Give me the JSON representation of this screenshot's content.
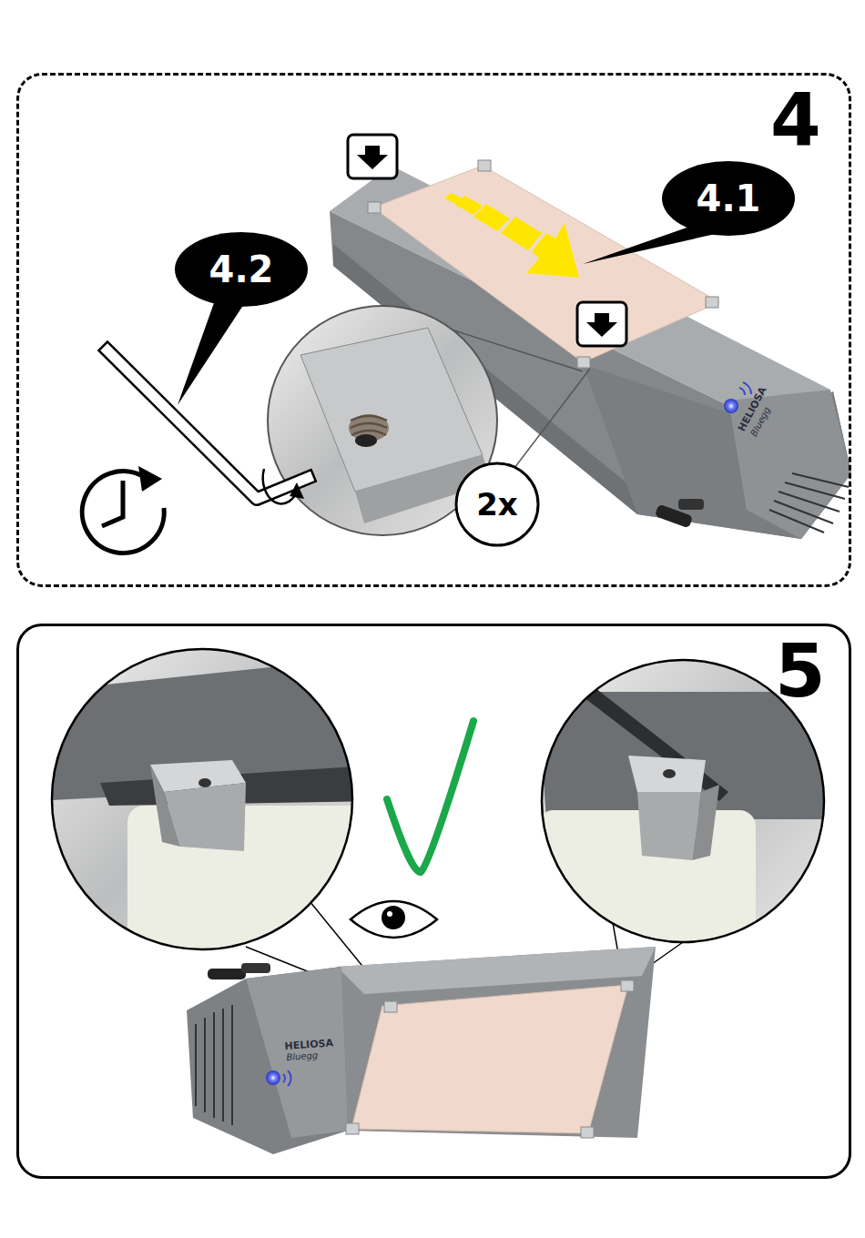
{
  "diagram": {
    "nodes": [
      {
        "text": [
          "4"
        ]
      },
      {
        "text": [
          "4.1"
        ],
        "in": 0
      },
      {
        "text": [
          "4.2"
        ],
        "in": 0
      },
      {
        "text": [
          "2x"
        ],
        "in": 0
      },
      {
        "text": [
          "5"
        ]
      }
    ],
    "labels": [
      "HELIOSA",
      "Bluegg",
      "HELIOSA",
      "Bluegg"
    ]
  }
}
